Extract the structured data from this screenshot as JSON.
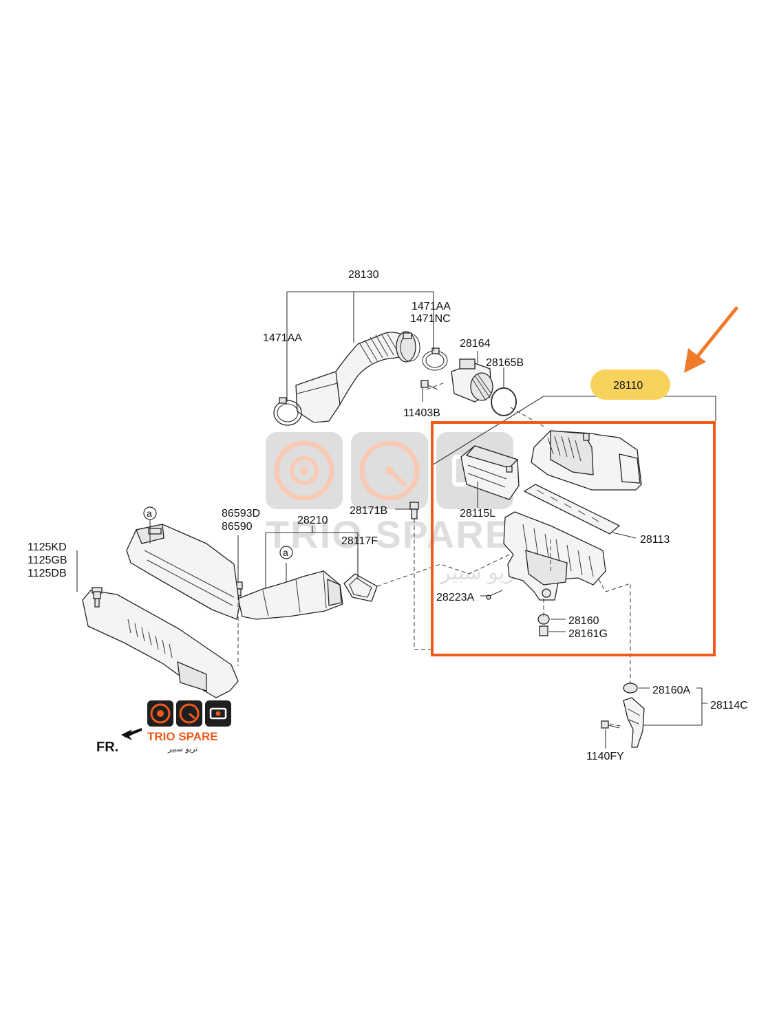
{
  "colors": {
    "highlight_box": "#F05A1A",
    "arrow": "#F07A2A",
    "badge_fill": "#F7D35E",
    "watermark": "#c9c9c9",
    "logo_dark": "#1f1f1f",
    "logo_accent": "#F05A1A"
  },
  "labels": {
    "p28130": "28130",
    "p1471AA_left": "1471AA",
    "p1471AA_right": "1471AA",
    "p1471NC": "1471NC",
    "p28164": "28164",
    "p28165B": "28165B",
    "p11403B": "11403B",
    "p28110": "28110",
    "p28171B": "28171B",
    "p28115L": "28115L",
    "p28113": "28113",
    "p86593D": "86593D",
    "p86590": "86590",
    "p28210": "28210",
    "p28117F": "28117F",
    "p28223A": "28223A",
    "p28160": "28160",
    "p28161G": "28161G",
    "p28160A": "28160A",
    "p28114C": "28114C",
    "p1140FY": "1140FY",
    "p1125KD": "1125KD",
    "p1125GB": "1125GB",
    "p1125DB": "1125DB",
    "ref_a_1": "a",
    "ref_a_2": "a",
    "fr": "FR."
  },
  "watermark": {
    "brand": "TRIO SPARE",
    "arabic": "تريو سبير"
  },
  "logo": {
    "brand": "TRIO SPARE",
    "arabic": "تريو سبير"
  },
  "icons": [
    "brake-disc-icon",
    "speedometer-icon",
    "engine-icon",
    "direction-arrow-icon"
  ]
}
